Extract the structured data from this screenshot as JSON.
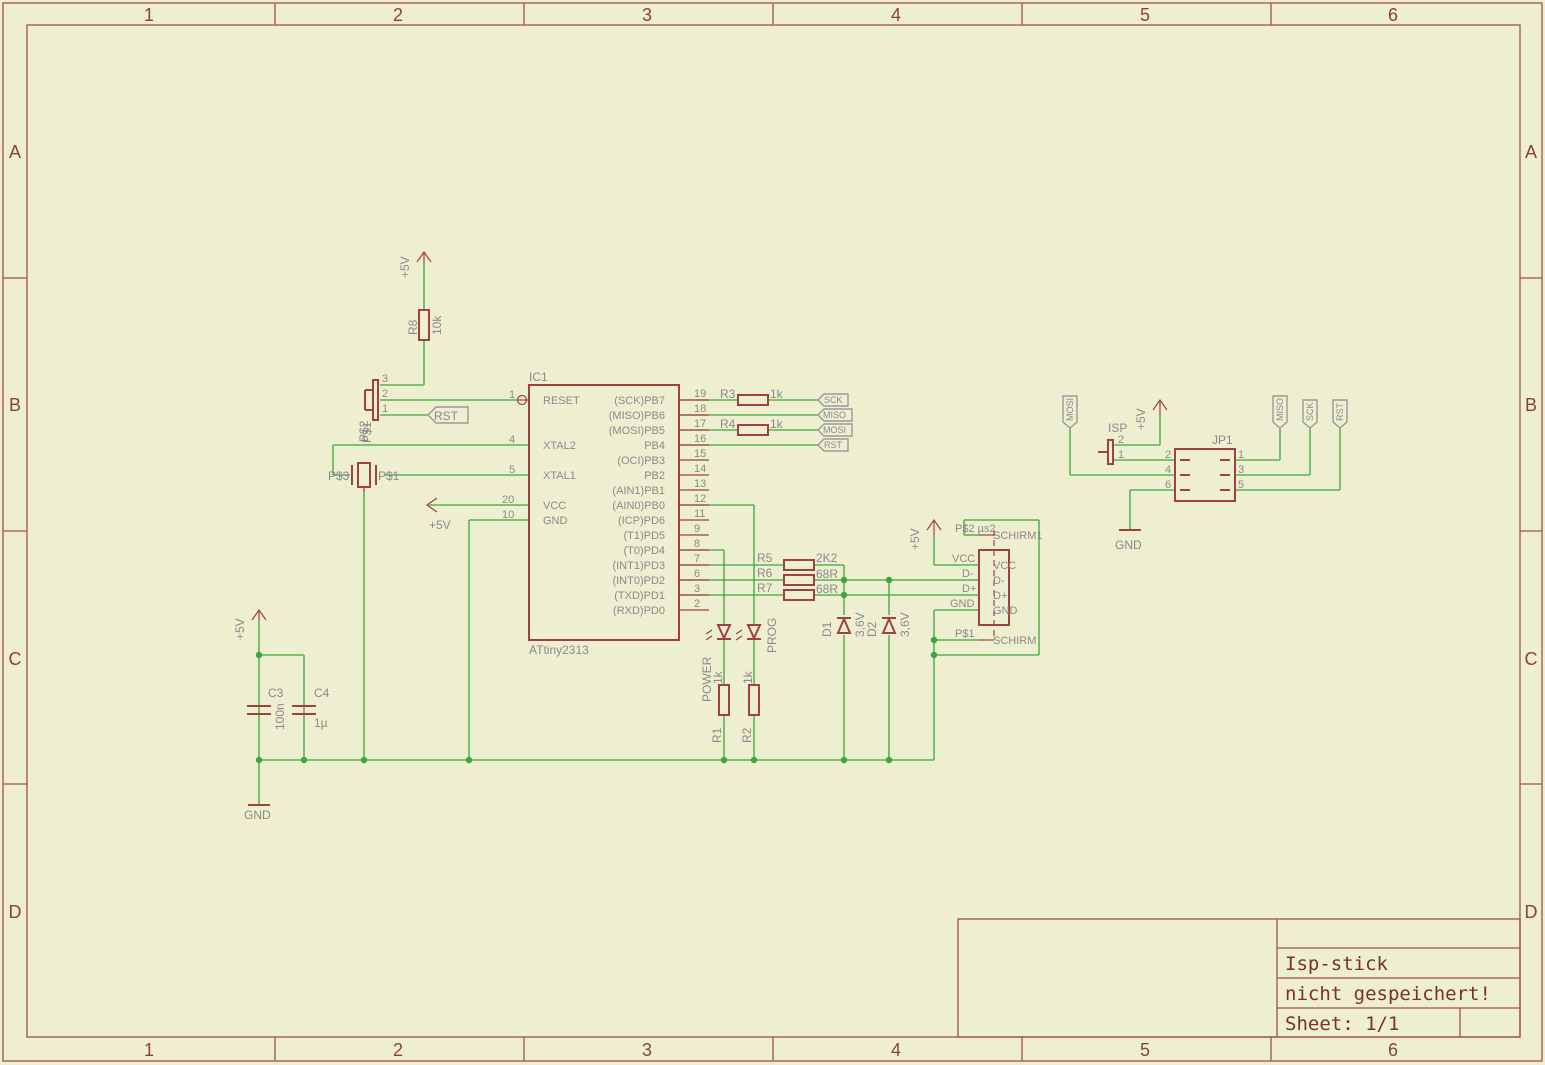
{
  "sheet": {
    "col_labels": [
      "1",
      "2",
      "3",
      "4",
      "5",
      "6"
    ],
    "row_labels": [
      "A",
      "B",
      "C",
      "D"
    ]
  },
  "title_block": {
    "project": "Isp-stick",
    "status": "nicht gespeichert!",
    "sheet": "Sheet: 1/1"
  },
  "ic1": {
    "ref": "IC1",
    "part": "ATtiny2313",
    "left_pins": [
      {
        "num": "1",
        "name": "RESET"
      },
      {
        "num": "4",
        "name": "XTAL2"
      },
      {
        "num": "5",
        "name": "XTAL1"
      },
      {
        "num": "20",
        "name": "VCC"
      },
      {
        "num": "10",
        "name": "GND"
      }
    ],
    "right_pins": [
      {
        "num": "19",
        "name": "(SCK)PB7"
      },
      {
        "num": "18",
        "name": "(MISO)PB6"
      },
      {
        "num": "17",
        "name": "(MOSI)PB5"
      },
      {
        "num": "16",
        "name": "PB4"
      },
      {
        "num": "15",
        "name": "(OCI)PB3"
      },
      {
        "num": "14",
        "name": "PB2"
      },
      {
        "num": "13",
        "name": "(AIN1)PB1"
      },
      {
        "num": "12",
        "name": "(AIN0)PB0"
      },
      {
        "num": "11",
        "name": "(ICP)PD6"
      },
      {
        "num": "9",
        "name": "(T1)PD5"
      },
      {
        "num": "8",
        "name": "(T0)PD4"
      },
      {
        "num": "7",
        "name": "(INT1)PD3"
      },
      {
        "num": "6",
        "name": "(INT0)PD2"
      },
      {
        "num": "3",
        "name": "(TXD)PD1"
      },
      {
        "num": "2",
        "name": "(RXD)PD0"
      }
    ]
  },
  "labels": {
    "plus5v": "+5V",
    "gnd": "GND",
    "rst": "RST",
    "sck": "SCK",
    "miso": "MISO",
    "mosi": "MOSI",
    "r8": "R8",
    "r8_val": "10k",
    "r3": "R3",
    "r3_val": "1k",
    "r4": "R4",
    "r4_val": "1k",
    "r5": "R5",
    "r5_val": "2K2",
    "r6": "R6",
    "r6_val": "68R",
    "r7": "R7",
    "r7_val": "68R",
    "r1": "R1",
    "r1_val": "1k",
    "r2": "R2",
    "r2_val": "1k",
    "c3": "C3",
    "c3_val": "100n",
    "c4": "C4",
    "c4_val": "1µ",
    "d1": "D1",
    "d1_val": "3,6V",
    "d2": "D2",
    "d2_val": "3,6V",
    "led_power": "POWER",
    "led_prog": "PROG",
    "isp": "ISP",
    "jp1": "JP1",
    "usb_ref": "P$2 µs2",
    "usb_schirm1": "SCHIRM1",
    "usb_schirm": "SCHIRM",
    "usb_p1": "P$1",
    "usb_vcc": "VCC",
    "usb_dm": "D-",
    "usb_dp": "D+",
    "usb_gnd": "GND",
    "q_p1": "P$1",
    "q_p3": "P$3",
    "q_p2": "P$2",
    "sw_ref": "P$1"
  }
}
